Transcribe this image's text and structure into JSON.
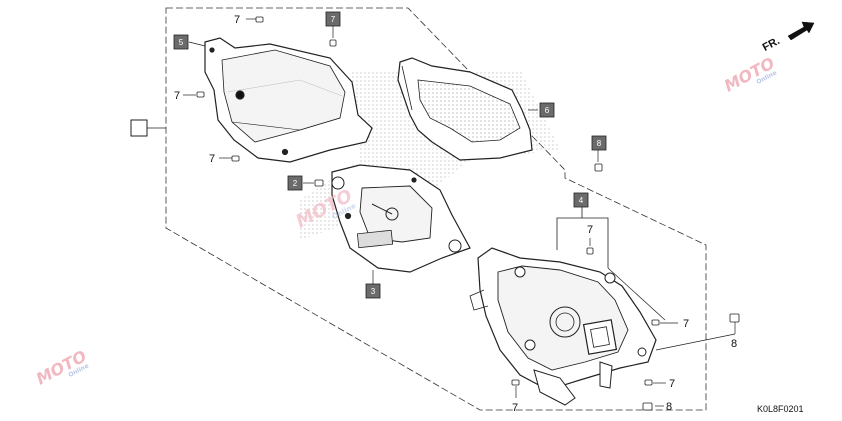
{
  "diagram": {
    "code": "K0L8F0201",
    "direction_label": "FR.",
    "watermark": {
      "text": "MOTO",
      "subtext": "Online"
    },
    "part_refs": [
      "5",
      "7",
      "6",
      "8",
      "2",
      "3",
      "4"
    ],
    "callout_labels": {
      "c7a": "7",
      "c7b": "7",
      "c7c": "7",
      "c7d": "7",
      "c7e": "7",
      "c7f": "7",
      "c7g": "7",
      "c8a": "8",
      "c8b": "8"
    }
  },
  "colors": {
    "line": "#222222",
    "box_fill": "#6b6b6b",
    "dots": "#9a9a9a",
    "watermark": "#e8a0b0"
  }
}
